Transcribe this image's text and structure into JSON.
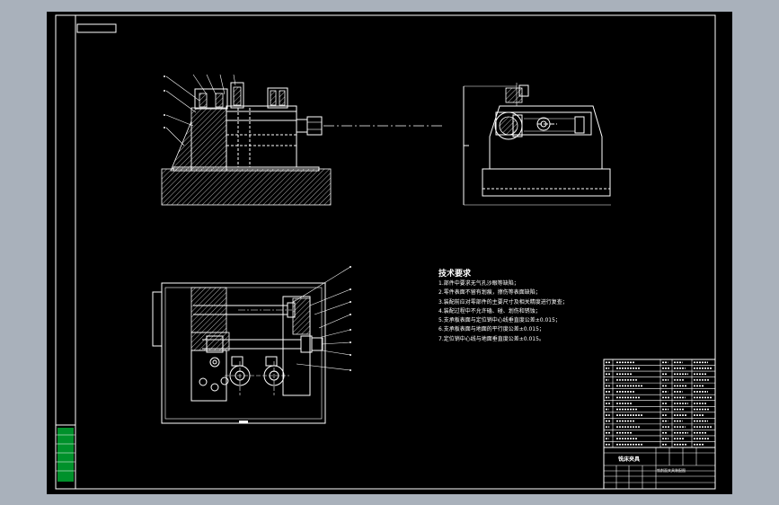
{
  "technical_requirements": {
    "title": "技术要求",
    "items": [
      "1.部件中要求无气孔沙眼等缺陷；",
      "2.零件表面不留有划痕，擦伤等表面缺陷；",
      "3.装配前应对零部件的主要尺寸及相关精度进行复查；",
      "4.装配过程中不允许磕、碰、划伤和锈蚀；",
      "5.支承板表面与定位销中心线垂直度公差±0.015；",
      "6.支承板表面与地面的平行度公差±0.015；",
      "7.定位销中心线与地面垂直度公差±0.015。"
    ]
  },
  "title_block": {
    "title": "铣床夹具",
    "drawing_name": "铣削面夹具装配图"
  }
}
